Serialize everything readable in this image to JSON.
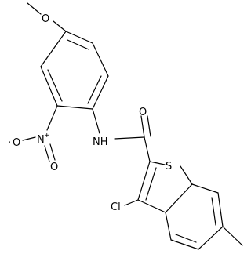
{
  "molecule": {
    "atoms": {
      "N_amide": "NH",
      "O_carbonyl": "O",
      "S": "S",
      "Cl": "Cl",
      "N_nitro": "N",
      "N_nitro_charge": "+",
      "O_nitro_a": "O",
      "O_nitro_b": "O",
      "O_nitro_b_dot": "·",
      "O_methoxy": "O"
    }
  }
}
